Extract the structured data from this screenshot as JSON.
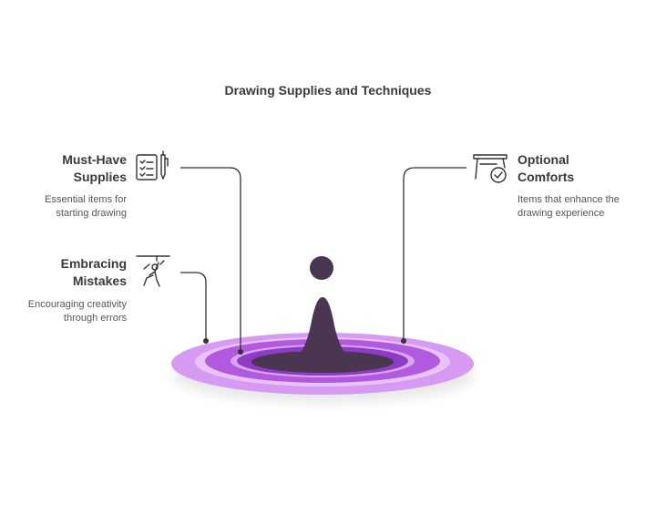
{
  "title": "Drawing Supplies and Techniques",
  "items": [
    {
      "heading_line1": "Must-Have",
      "heading_line2": "Supplies",
      "desc_line1": "Essential items for",
      "desc_line2": "starting drawing",
      "icon": "checklist-pen-icon"
    },
    {
      "heading_line1": "Embracing",
      "heading_line2": "Mistakes",
      "desc_line1": "Encouraging creativity",
      "desc_line2": "through errors",
      "icon": "person-climbing-icon"
    },
    {
      "heading_line1": "Optional",
      "heading_line2": "Comforts",
      "desc_line1": "Items that enhance the",
      "desc_line2": "drawing experience",
      "icon": "table-check-icon"
    }
  ],
  "colors": {
    "ring_outer": "#d79af2",
    "ring_mid": "#b15ae0",
    "ring_inner": "#9a3fcf",
    "center": "#4a3650",
    "text_dark": "#3a3a3a",
    "text_light": "#555555",
    "line": "#333333"
  }
}
